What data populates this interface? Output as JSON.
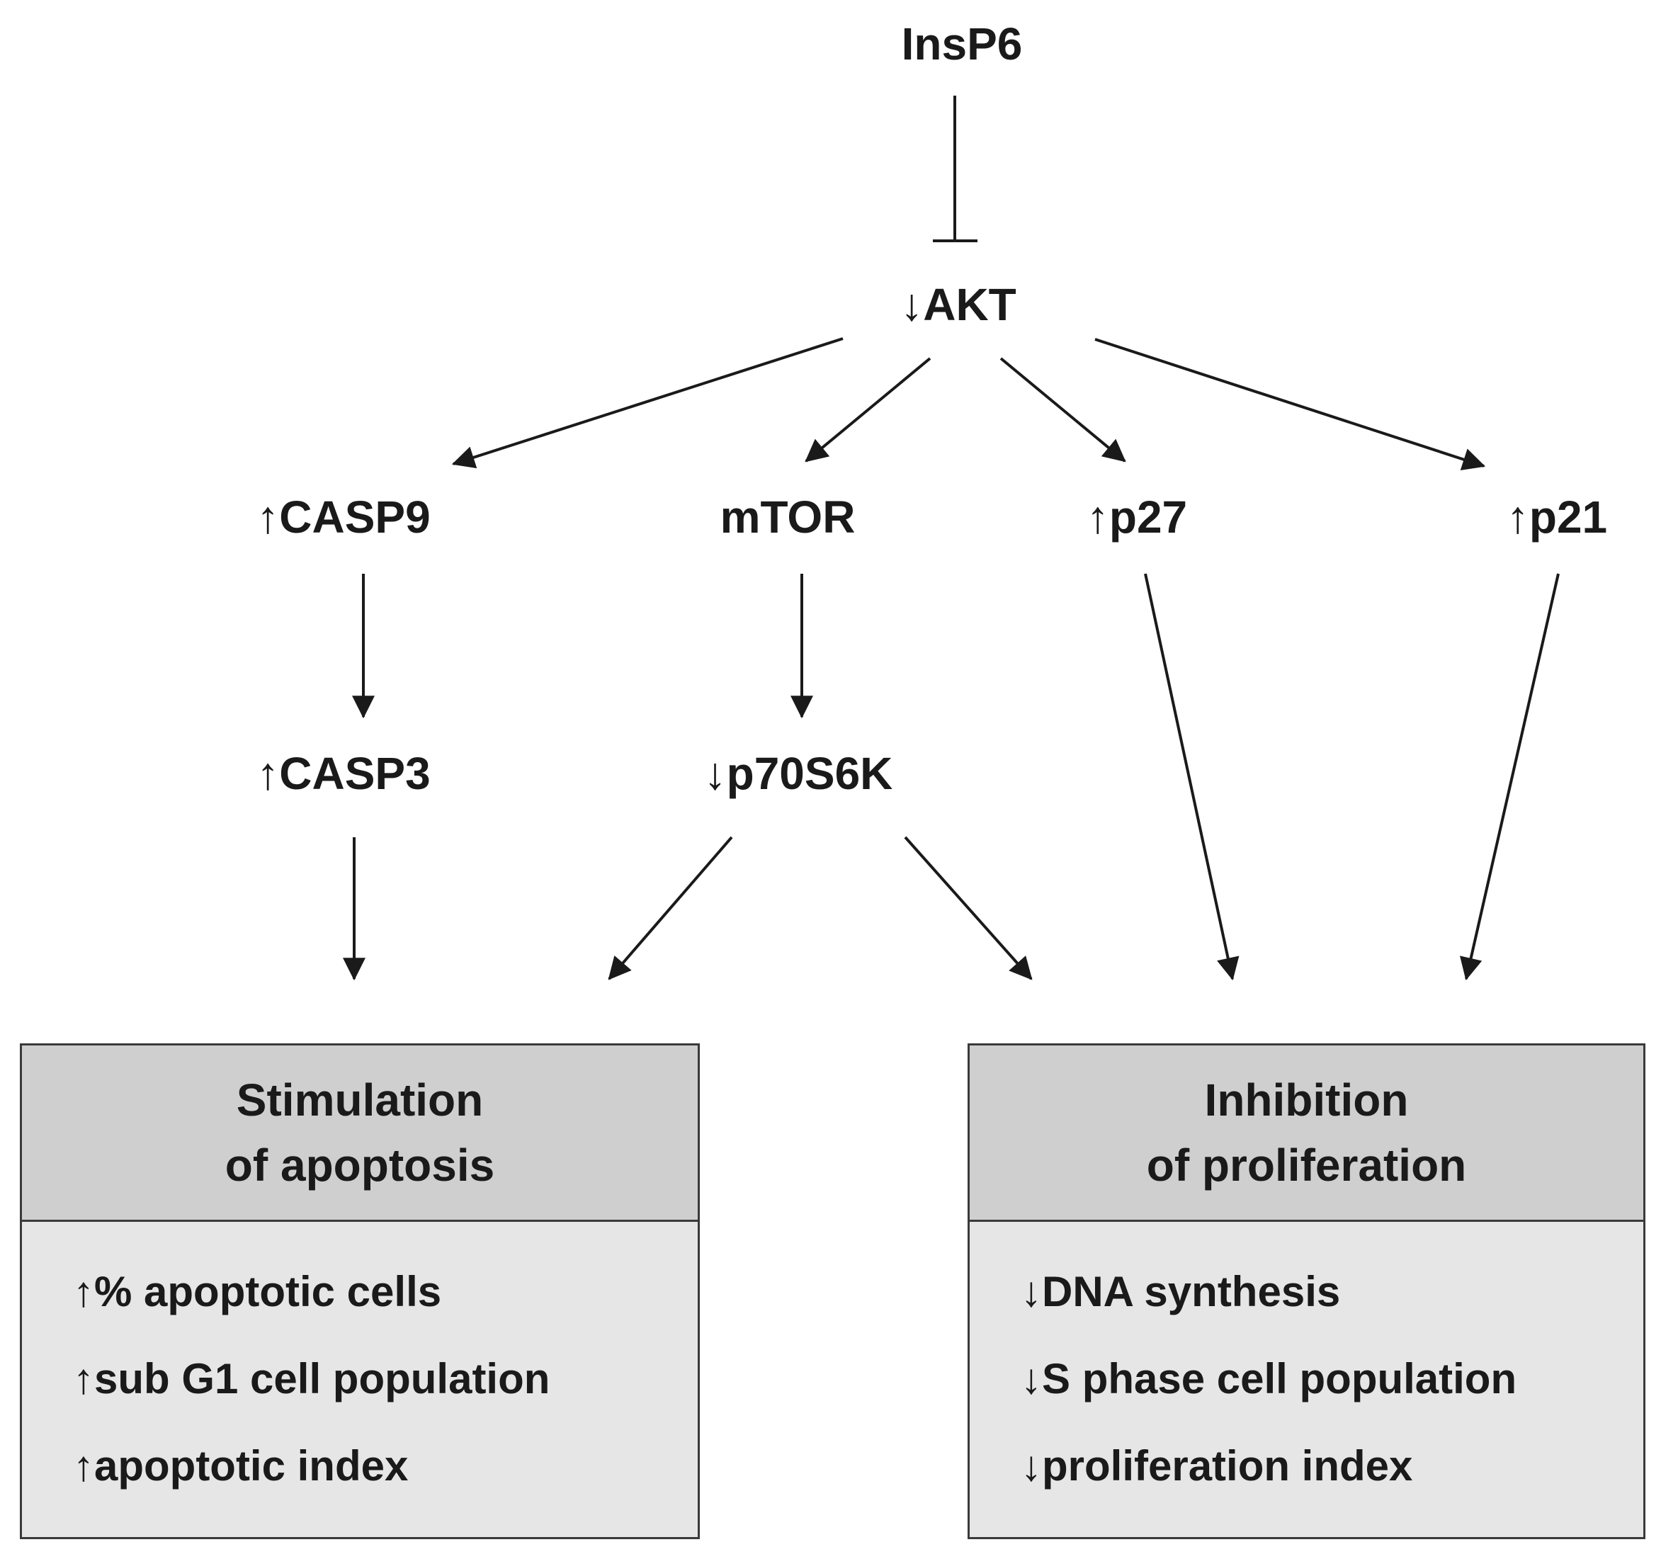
{
  "nodes": {
    "insp6": "InsP6",
    "akt": "↓AKT",
    "casp9": "↑CASP9",
    "mtor": "mTOR",
    "p27": "↑p27",
    "p21": "↑p21",
    "casp3": "↑CASP3",
    "p70s6k": "↓p70S6K"
  },
  "apoptosis_box": {
    "title_line1": "Stimulation",
    "title_line2": "of apoptosis",
    "items": [
      "↑% apoptotic cells",
      "↑sub G1 cell population",
      "↑apoptotic index"
    ]
  },
  "proliferation_box": {
    "title_line1": "Inhibition",
    "title_line2": "of proliferation",
    "items": [
      "↓DNA synthesis",
      "↓S phase cell population",
      "↓proliferation index"
    ]
  },
  "colors": {
    "line": "#1a1a1a",
    "box_body": "#e6e6e6",
    "box_header": "#d0cfd0",
    "box_border": "#3a3a3a"
  }
}
